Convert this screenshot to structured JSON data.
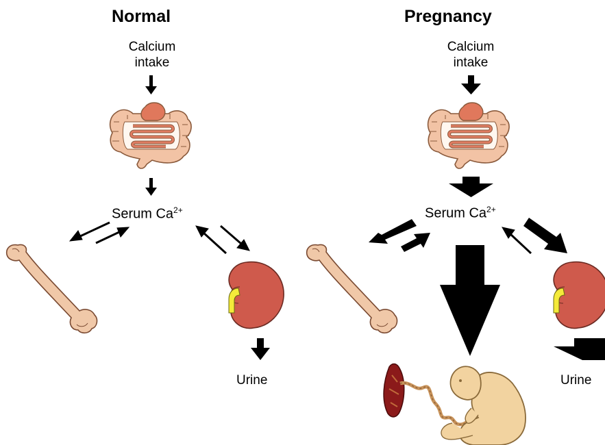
{
  "panels": {
    "normal": {
      "title": "Normal",
      "intake_line1": "Calcium",
      "intake_line2": "intake",
      "serum_label": "Serum Ca",
      "serum_charge": "2+",
      "urine_label": "Urine"
    },
    "pregnancy": {
      "title": "Pregnancy",
      "intake_line1": "Calcium",
      "intake_line2": "intake",
      "serum_label": "Serum Ca",
      "serum_charge": "2+",
      "urine_label": "Urine"
    }
  },
  "colors": {
    "arrow": "#000000",
    "intestine": "#f2c3a5",
    "intestine_outline": "#8a5a3c",
    "stomach": "#e0785c",
    "bone": "#f0c8a8",
    "kidney": "#cf5a4c",
    "ureter": "#f4ea3a",
    "fetus": "#f2d3a0",
    "placenta": "#8b1a1a",
    "cord": "#c8935a"
  }
}
